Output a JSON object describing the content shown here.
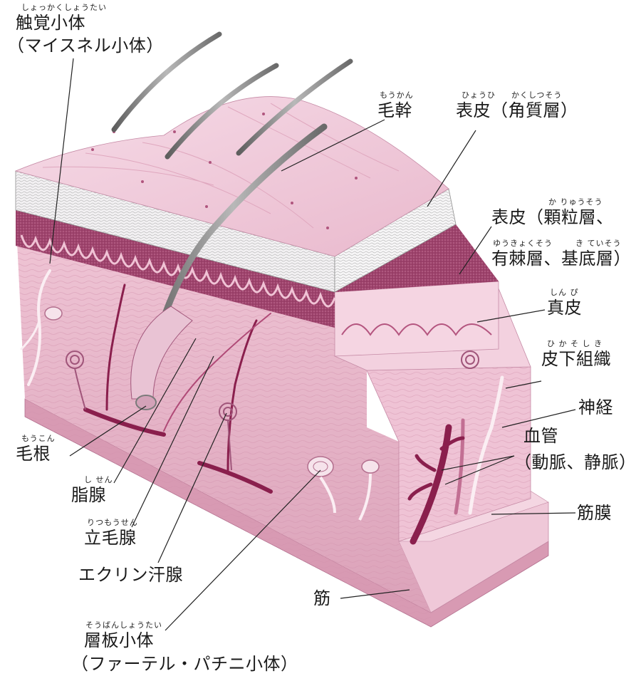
{
  "labels": {
    "meissner": {
      "ruby": "しょっかくしょうたい",
      "line1": "触覚小体",
      "line2": "（マイスネル小体）"
    },
    "hair_shaft": {
      "ruby": "もうかん",
      "text": "毛幹"
    },
    "epidermis_horny": {
      "ruby1": "ひょうひ",
      "ruby2": "かくしつそう",
      "text": "表皮（角質層）"
    },
    "epidermis_lower": {
      "ruby1": "か りゅうそう",
      "line1": "表皮（顆粒層、",
      "ruby2": "ゆうきょくそう",
      "ruby3": "き ていそう",
      "line2": "有棘層、基底層）"
    },
    "dermis": {
      "ruby": "しん ぴ",
      "text": "真皮"
    },
    "subcutis": {
      "ruby": "ひ か そ し き",
      "text": "皮下組織"
    },
    "nerve": {
      "text": "神経"
    },
    "vessel": {
      "line1": "血管",
      "line2": "（動脈、静脈）"
    },
    "fascia": {
      "text": "筋膜"
    },
    "muscle": {
      "text": "筋"
    },
    "hair_root": {
      "ruby": "もうこん",
      "text": "毛根"
    },
    "sebaceous": {
      "ruby": "し せん",
      "text": "脂腺"
    },
    "arrector": {
      "ruby": "りつもうせん",
      "text": "立毛腺"
    },
    "eccrine": {
      "text": "エクリン汗腺"
    },
    "pacinian": {
      "ruby": "そうばんしょうたい",
      "line1": "層板小体",
      "line2": "（ファーテル・パチニ小体）"
    }
  },
  "colors": {
    "surface": "#f1cddd",
    "horny": "#f4f2f4",
    "epidermis": "#b0557e",
    "dermis": "#f2c6d8",
    "subcutis": "#e9b6cb",
    "muscle": "#e0a9c0",
    "vessel": "#8a1f4d",
    "hair": "#7a7a7a",
    "leader": "#222222"
  }
}
